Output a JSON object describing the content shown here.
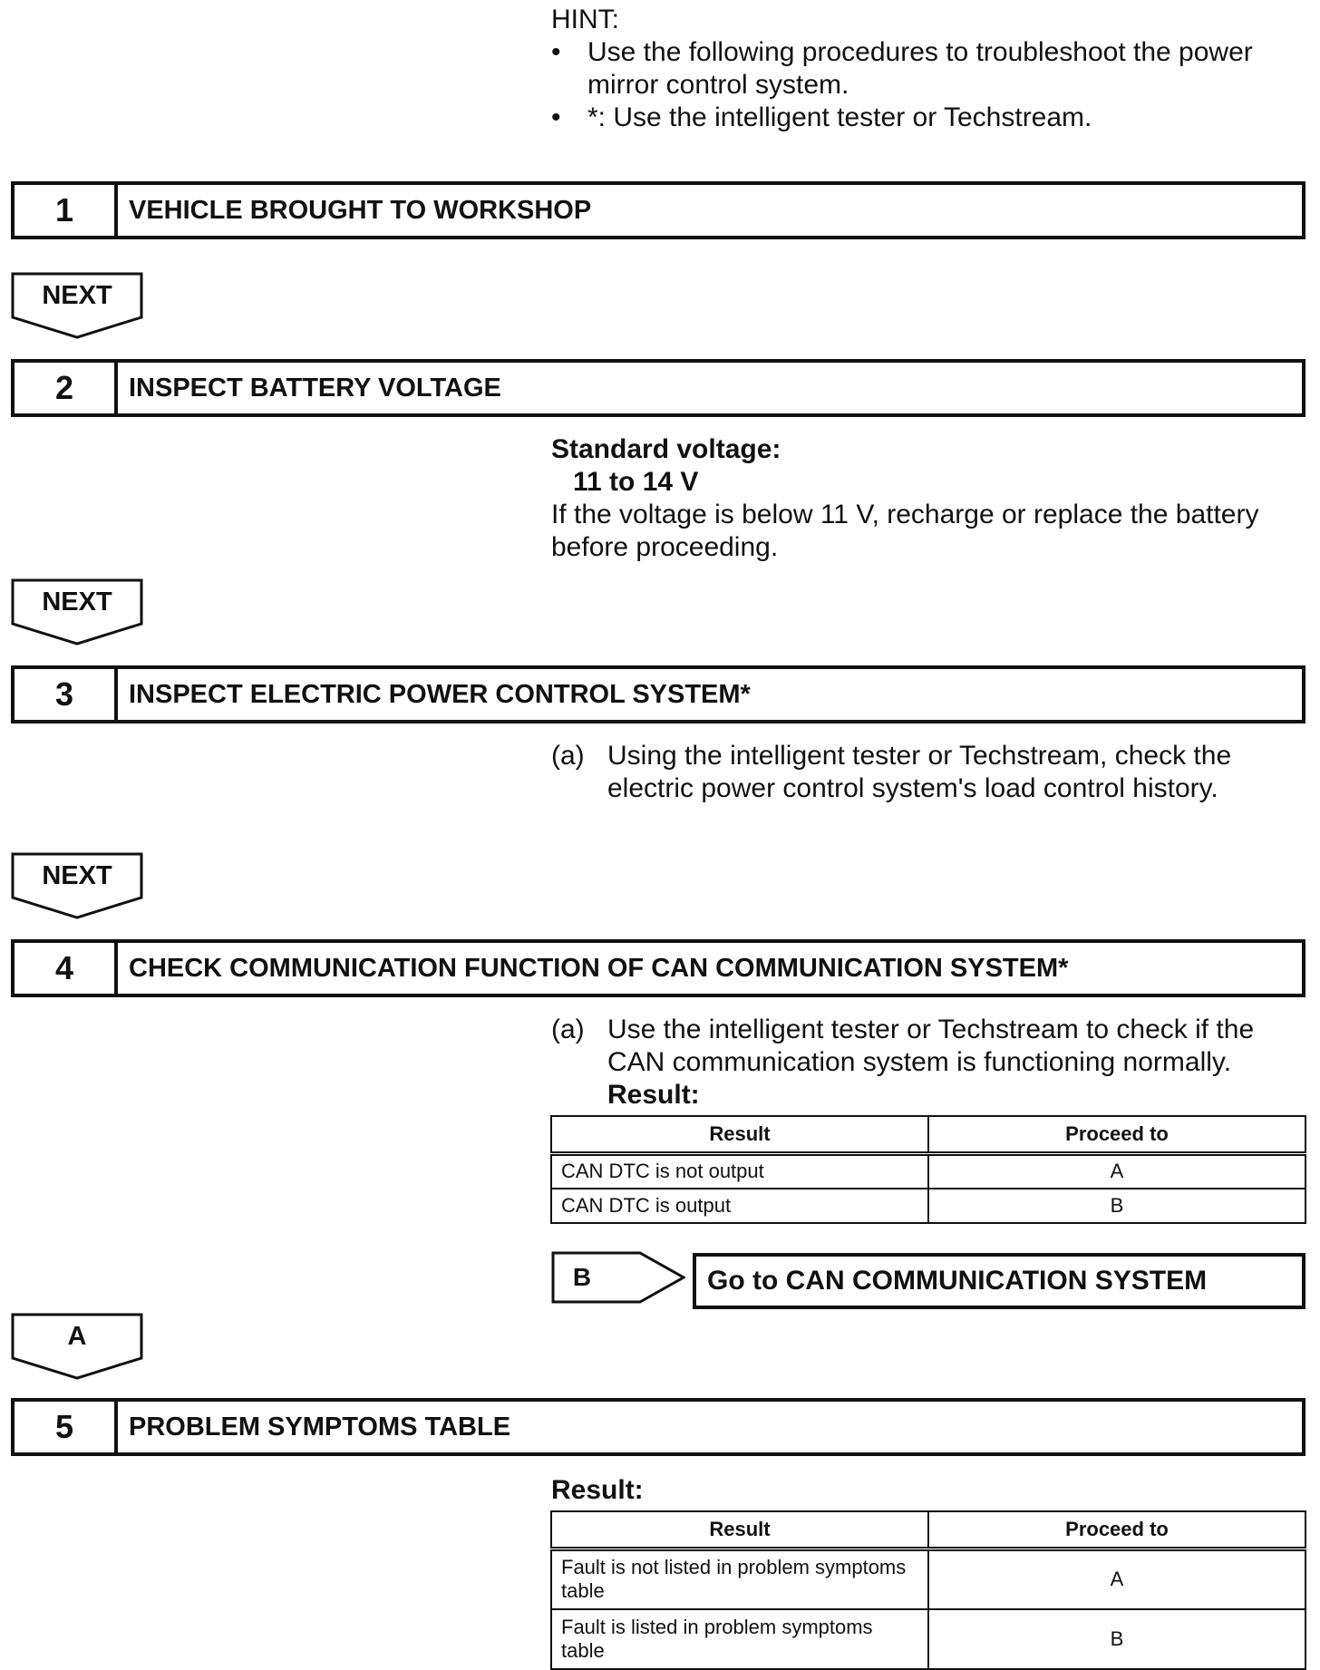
{
  "hint": {
    "title": "HINT:",
    "items": [
      "Use the following procedures to troubleshoot the power mirror control system.",
      "*: Use the intelligent tester or Techstream."
    ]
  },
  "steps": [
    {
      "number": "1",
      "title": "VEHICLE BROUGHT TO WORKSHOP"
    },
    {
      "number": "2",
      "title": "INSPECT BATTERY VOLTAGE"
    },
    {
      "number": "3",
      "title": "INSPECT ELECTRIC POWER CONTROL SYSTEM*"
    },
    {
      "number": "4",
      "title": "CHECK COMMUNICATION FUNCTION OF CAN COMMUNICATION SYSTEM*"
    },
    {
      "number": "5",
      "title": "PROBLEM SYMPTOMS TABLE"
    }
  ],
  "arrows": [
    "NEXT",
    "NEXT",
    "NEXT",
    "A"
  ],
  "step2": {
    "standard_label": "Standard voltage:",
    "standard_value": "11 to 14 V",
    "note": "If the voltage is below 11 V, recharge or replace the battery before proceeding."
  },
  "step3": {
    "marker": "(a)",
    "text": "Using the intelligent tester or Techstream, check the electric power control system's load control history."
  },
  "step4": {
    "marker": "(a)",
    "text": "Use the intelligent tester or Techstream to check if the CAN communication system is functioning normally.",
    "result_label": "Result:",
    "table": {
      "headers": [
        "Result",
        "Proceed to"
      ],
      "rows": [
        [
          "CAN DTC is not output",
          "A"
        ],
        [
          "CAN DTC is output",
          "B"
        ]
      ]
    },
    "branch_label": "B",
    "branch_target": "Go to CAN COMMUNICATION SYSTEM"
  },
  "step5": {
    "result_label": "Result:",
    "table": {
      "headers": [
        "Result",
        "Proceed to"
      ],
      "rows": [
        [
          "Fault is not listed in problem symptoms table",
          "A"
        ],
        [
          "Fault is listed in problem symptoms table",
          "B"
        ]
      ]
    }
  }
}
